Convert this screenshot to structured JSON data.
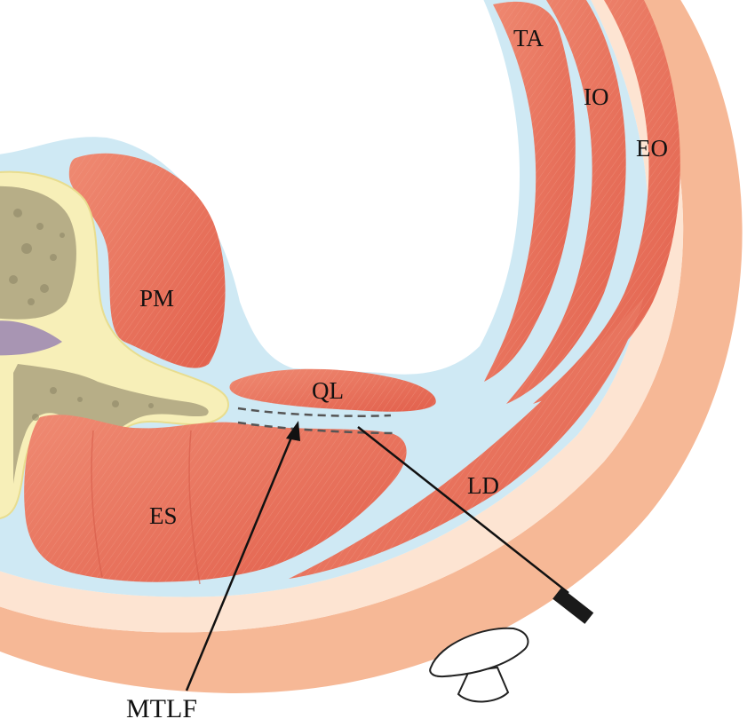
{
  "labels": {
    "ta": "TA",
    "io": "IO",
    "eo": "EO",
    "pm": "PM",
    "ql": "QL",
    "es": "ES",
    "ld": "LD",
    "mtlf": "MTLF"
  },
  "colors": {
    "skin": "#f6b896",
    "subcutaneous": "#fde4d2",
    "fascia": "#cfe9f4",
    "muscle": "#e8735d",
    "muscle_light": "#f0967f",
    "bone_cortex": "#f7efb8",
    "bone_marrow": "#b7ae87",
    "spinal_cord": "#a895b3",
    "line": "#111111",
    "dashed": "#555555"
  },
  "icons": {
    "needle": "needle-icon",
    "probe": "ultrasound-probe-icon"
  }
}
